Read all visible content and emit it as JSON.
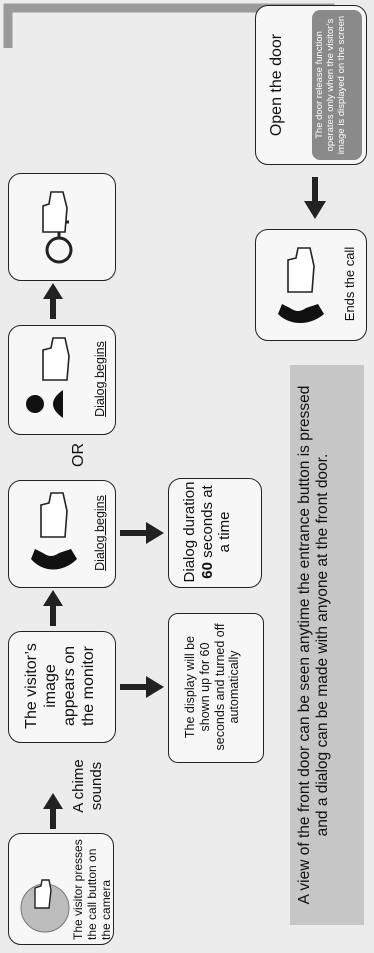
{
  "steps": {
    "visitor_presses": "The visitor presses the call button on the camera",
    "chime": "A chime sounds",
    "image_appears": "The visitor’s image appears on the monitor",
    "display_note": "The display will be shown up for 60 seconds and turned off automatically",
    "dialog_begins_1": "Dialog begins",
    "or": "OR",
    "dialog_begins_2": "Dialog begins",
    "duration_prefix": "Dialog duration",
    "duration_value": "60",
    "duration_suffix": "seconds at a time",
    "open_door": "Open the door",
    "door_note": "The door release function operates only when the visitor’s image is displayed on the screen",
    "ends_call": "Ends the call"
  },
  "note": "A view of the front door can be seen anytime the entrance button is pressed and a dialog can be made with anyone at the front door.",
  "colors": {
    "background": "#ececec",
    "note_fill": "#c6c6c6",
    "line": "#222222",
    "connector": "#9a9a9a"
  },
  "icons": [
    "hand-press-icon",
    "phone-handset-icon",
    "person-icon",
    "key-icon"
  ]
}
